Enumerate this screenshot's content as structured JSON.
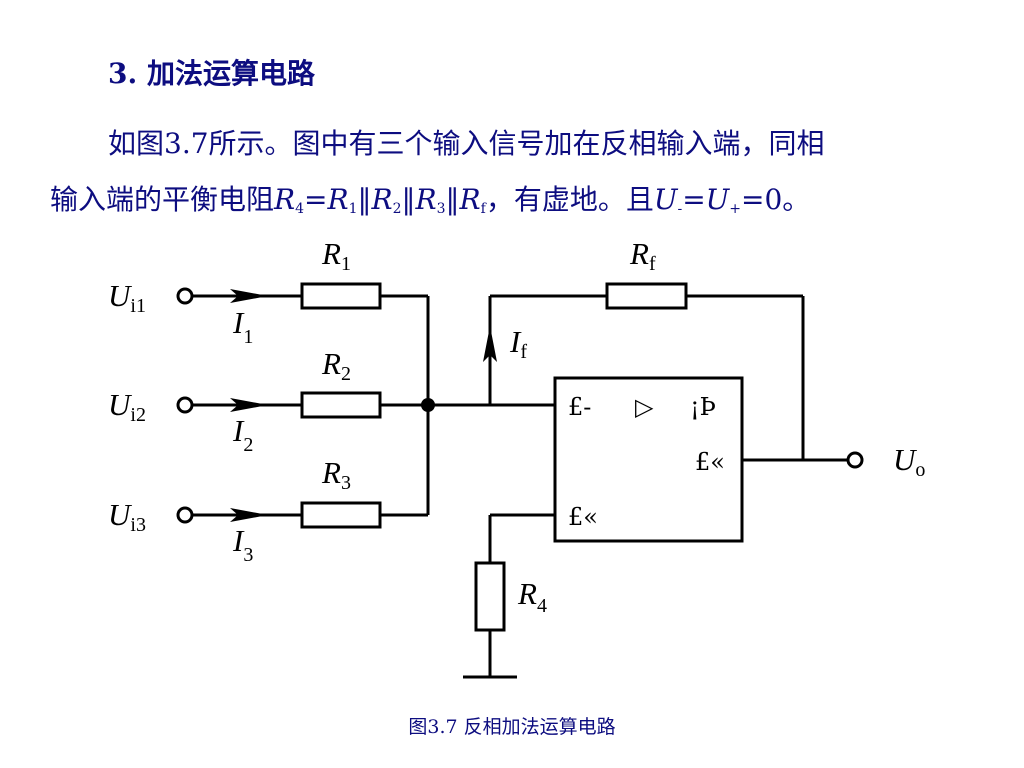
{
  "heading": "3. 加法运算电路",
  "paragraph": {
    "line1": "如图3.7所示。图中有三个输入信号加在反相输入端，同相",
    "line2_start": "输入端的平衡电阻",
    "formula": {
      "R": "R",
      "sub4": "4",
      "eq": "=",
      "sub1": "1",
      "par": "‖",
      "sub2": "2",
      "sub3": "3",
      "subf": "f"
    },
    "mid": "，有虚地。且",
    "U": "U",
    "minus": "-",
    "plus": "+",
    "tail": "=0。"
  },
  "diagram": {
    "labels": {
      "Ui1": {
        "main": "U",
        "sub": "i1"
      },
      "Ui2": {
        "main": "U",
        "sub": "i2"
      },
      "Ui3": {
        "main": "U",
        "sub": "i3"
      },
      "I1": {
        "main": "I",
        "sub": "1"
      },
      "I2": {
        "main": "I",
        "sub": "2"
      },
      "I3": {
        "main": "I",
        "sub": "3"
      },
      "R1": {
        "main": "R",
        "sub": "1"
      },
      "R2": {
        "main": "R",
        "sub": "2"
      },
      "R3": {
        "main": "R",
        "sub": "3"
      },
      "R4": {
        "main": "R",
        "sub": "4"
      },
      "Rf": {
        "main": "R",
        "sub": "f"
      },
      "If": {
        "main": "I",
        "sub": "f"
      },
      "Uo": {
        "main": "U",
        "sub": "o"
      }
    },
    "opamp": {
      "inv_pin": "£-",
      "triangle": "▷",
      "top_right": "¡Þ",
      "out_pin": "£«",
      "noninv_pin": "£«"
    }
  },
  "caption": "图3.7  反相加法运算电路"
}
